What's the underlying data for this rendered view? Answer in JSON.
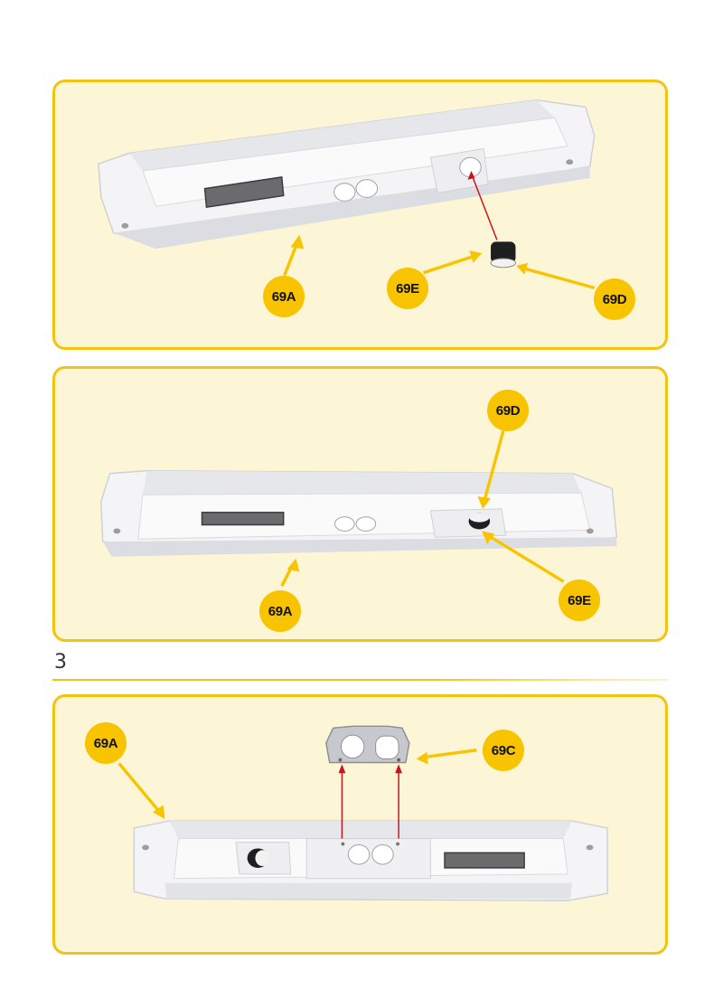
{
  "colors": {
    "panel_border": "#f2c40f",
    "panel_bg": "#fdf6d6",
    "badge": "#f8c400",
    "arrow_red": "#c8141e"
  },
  "step": {
    "number": "3"
  },
  "panel1": {
    "labels": {
      "part_a": "69A",
      "part_e": "69E",
      "part_d": "69D"
    }
  },
  "panel2": {
    "labels": {
      "part_d": "69D",
      "part_a": "69A",
      "part_e": "69E"
    }
  },
  "panel3": {
    "labels": {
      "part_a": "69A",
      "part_c": "69C"
    }
  }
}
